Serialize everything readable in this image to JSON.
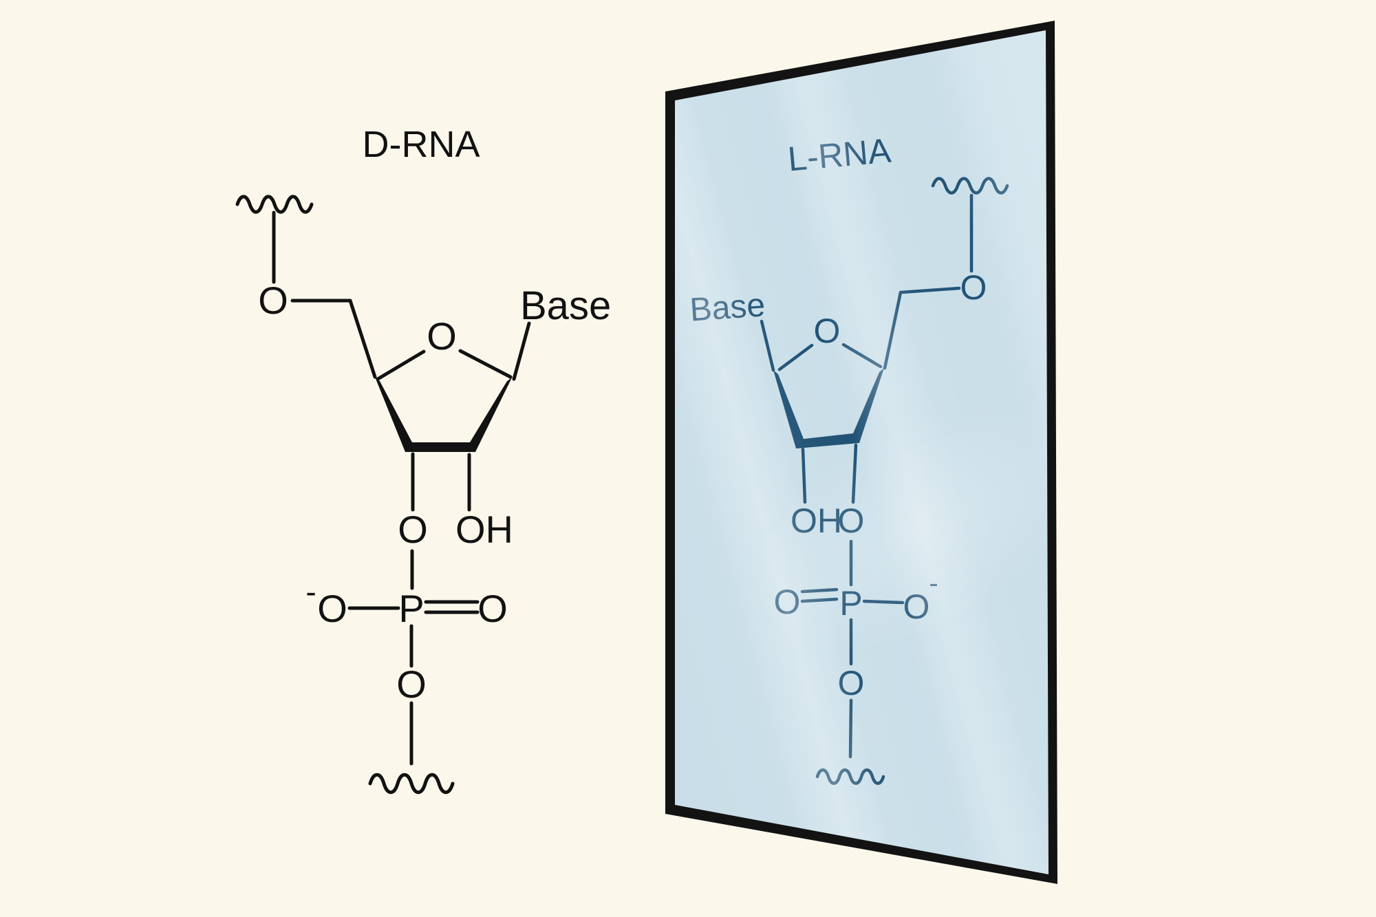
{
  "figure": {
    "description": "D-RNA structure reflected as L-RNA in a mirror panel"
  },
  "colors": {
    "background": "#FBF8EB",
    "ink": "#121212",
    "mirror_frame": "#131313",
    "glass": "#C9DEE8",
    "blue_ink": "#1B4E72",
    "blue_label": "#2A5B7D"
  },
  "d_rna": {
    "title": "D-RNA",
    "base_label": "Base",
    "atoms": {
      "o5": "O",
      "ring_o": "O",
      "o3": "O",
      "oh": "OH",
      "phosphate_minus": "-",
      "phosphate_o_left": "O",
      "p": "P",
      "phosphate_o_right": "O",
      "bridge_o": "O"
    }
  },
  "l_rna": {
    "title": "L-RNA",
    "base_label": "Base",
    "atoms": {
      "o5": "O",
      "ring_o": "O",
      "o3": "O",
      "oh": "OH",
      "phosphate_minus": "-",
      "phosphate_o_left": "O",
      "p": "P",
      "phosphate_o_right": "O",
      "bridge_o": "O"
    }
  }
}
